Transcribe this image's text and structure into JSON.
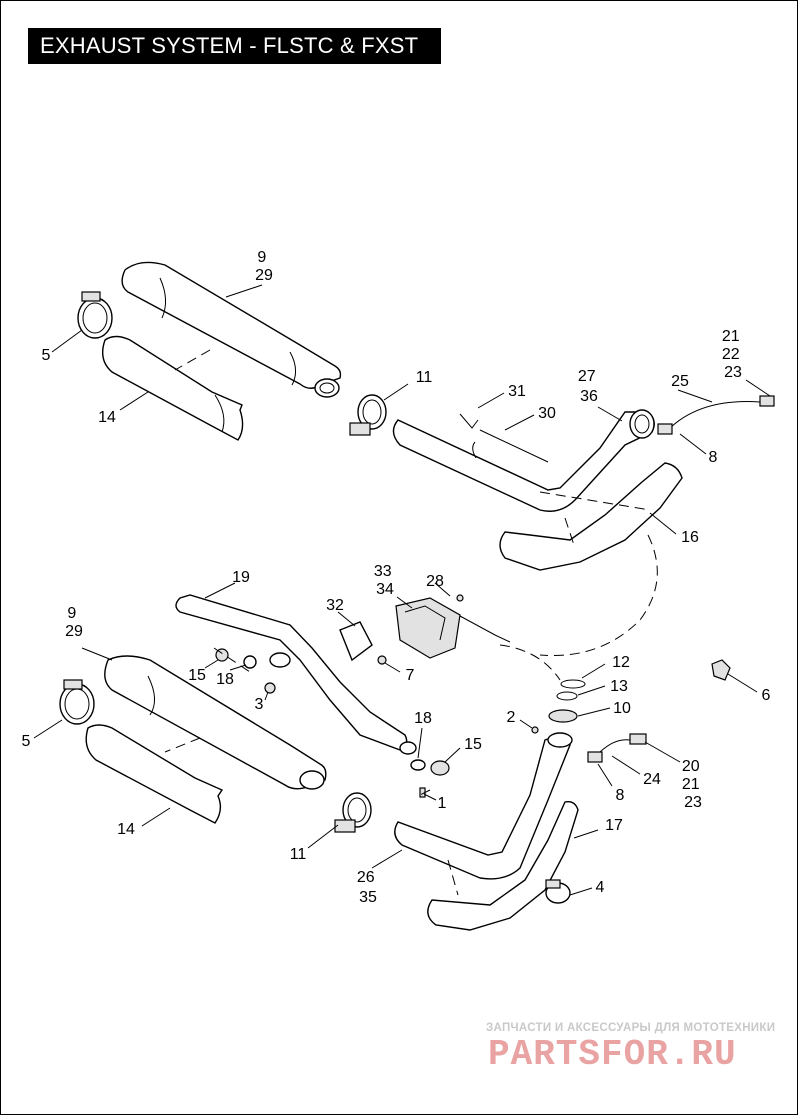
{
  "title": "EXHAUST SYSTEM - FLSTC & FXST",
  "callouts": [
    {
      "id": "c9a",
      "lines": [
        "9",
        "29"
      ]
    },
    {
      "id": "c5a",
      "lines": [
        "5"
      ]
    },
    {
      "id": "c14a",
      "lines": [
        "14"
      ]
    },
    {
      "id": "c11a",
      "lines": [
        "11"
      ]
    },
    {
      "id": "c31",
      "lines": [
        "31"
      ]
    },
    {
      "id": "c30",
      "lines": [
        "30"
      ]
    },
    {
      "id": "c27",
      "lines": [
        "27",
        "36"
      ]
    },
    {
      "id": "c25",
      "lines": [
        "25"
      ]
    },
    {
      "id": "c21a",
      "lines": [
        "21",
        "22",
        "23"
      ]
    },
    {
      "id": "c8a",
      "lines": [
        "8"
      ]
    },
    {
      "id": "c16",
      "lines": [
        "16"
      ]
    },
    {
      "id": "c19",
      "lines": [
        "19"
      ]
    },
    {
      "id": "c33",
      "lines": [
        "33",
        "34"
      ]
    },
    {
      "id": "c28",
      "lines": [
        "28"
      ]
    },
    {
      "id": "c32",
      "lines": [
        "32"
      ]
    },
    {
      "id": "c9b",
      "lines": [
        "9",
        "29"
      ]
    },
    {
      "id": "c15a",
      "lines": [
        "15"
      ]
    },
    {
      "id": "c18a",
      "lines": [
        "18"
      ]
    },
    {
      "id": "c7",
      "lines": [
        "7"
      ]
    },
    {
      "id": "c3",
      "lines": [
        "3"
      ]
    },
    {
      "id": "c5b",
      "lines": [
        "5"
      ]
    },
    {
      "id": "c12",
      "lines": [
        "12"
      ]
    },
    {
      "id": "c13",
      "lines": [
        "13"
      ]
    },
    {
      "id": "c10",
      "lines": [
        "10"
      ]
    },
    {
      "id": "c6",
      "lines": [
        "6"
      ]
    },
    {
      "id": "c2",
      "lines": [
        "2"
      ]
    },
    {
      "id": "c18b",
      "lines": [
        "18"
      ]
    },
    {
      "id": "c15b",
      "lines": [
        "15"
      ]
    },
    {
      "id": "c1",
      "lines": [
        "1"
      ]
    },
    {
      "id": "c20",
      "lines": [
        "20",
        "21",
        "23"
      ]
    },
    {
      "id": "c24",
      "lines": [
        "24"
      ]
    },
    {
      "id": "c8b",
      "lines": [
        "8"
      ]
    },
    {
      "id": "c14b",
      "lines": [
        "14"
      ]
    },
    {
      "id": "c17",
      "lines": [
        "17"
      ]
    },
    {
      "id": "c11b",
      "lines": [
        "11"
      ]
    },
    {
      "id": "c26",
      "lines": [
        "26",
        "35"
      ]
    },
    {
      "id": "c4",
      "lines": [
        "4"
      ]
    }
  ],
  "watermark": {
    "subtitle": "ЗАПЧАСТИ И АКСЕССУАРЫ ДЛЯ МОТОТЕХНИКИ",
    "brand": "PARTSFOR.RU"
  },
  "colors": {
    "title_bg": "#000000",
    "title_fg": "#ffffff",
    "watermark_brand": "#e9a3a3",
    "watermark_sub": "#c9c9c9"
  }
}
